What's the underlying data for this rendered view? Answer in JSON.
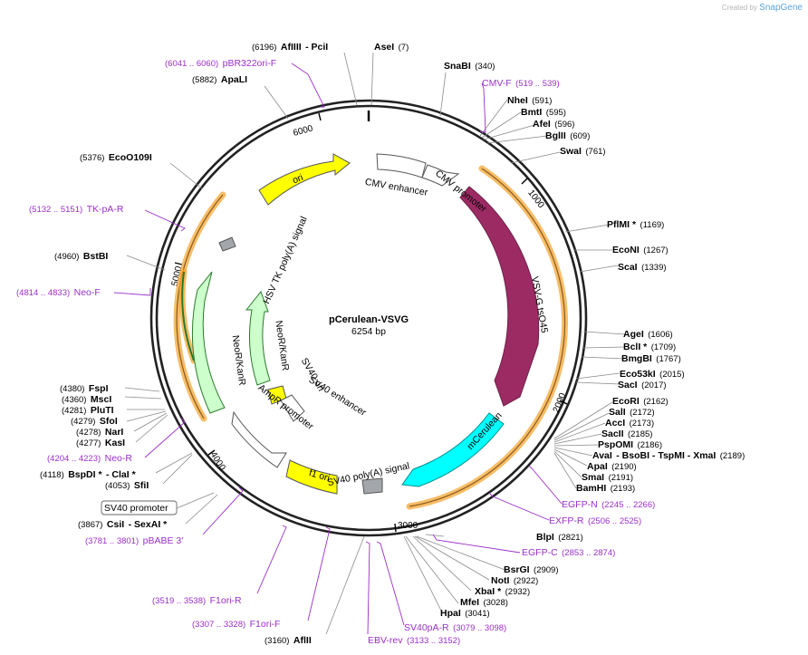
{
  "app": {
    "brand_prefix": "Created by",
    "brand_name": "SnapGene"
  },
  "plasmid": {
    "name": "pCerulean-VSVG",
    "length_label": "6254 bp",
    "length": 6254
  },
  "ticks": [
    "1000",
    "2000",
    "3000",
    "4000",
    "5000",
    "6000"
  ],
  "features": [
    {
      "name": "CMV enhancer",
      "color": "#ffffff"
    },
    {
      "name": "CMV promoter",
      "color": "#ffffff"
    },
    {
      "name": "VSV-G tsO45",
      "color": "#9c2b64"
    },
    {
      "name": "mCerulean",
      "color": "#00ffff"
    },
    {
      "name": "SV40 poly(A) signal",
      "color": "#a3a6ab"
    },
    {
      "name": "f1 ori",
      "color": "#ffff00"
    },
    {
      "name": "AmpR promoter",
      "color": "#ffffff"
    },
    {
      "name": "SV40 ori",
      "color": "#ffff00"
    },
    {
      "name": "SV40 enhancer",
      "color": "#ffffff"
    },
    {
      "name": "NeoR/KanR",
      "color": "#ccffcc"
    },
    {
      "name": "NeoR/KanR",
      "color": "#ccffcc"
    },
    {
      "name": "HSV TK poly(A) signal",
      "color": "#a3a6ab"
    },
    {
      "name": "ori",
      "color": "#ffff00"
    }
  ],
  "sites": [
    {
      "name": "AfIIII",
      "extra": "- PciI",
      "pos": "(6196)",
      "side": "left"
    },
    {
      "name": "AseI",
      "pos": "(7)",
      "side": "right"
    },
    {
      "name": "ApaLI",
      "pos": "(5882)",
      "side": "left"
    },
    {
      "name": "SnaBI",
      "pos": "(340)",
      "side": "right"
    },
    {
      "name": "NheI",
      "pos": "(591)",
      "side": "right"
    },
    {
      "name": "BmtI",
      "pos": "(595)",
      "side": "right"
    },
    {
      "name": "AfeI",
      "pos": "(596)",
      "side": "right"
    },
    {
      "name": "BglII",
      "pos": "(609)",
      "side": "right"
    },
    {
      "name": "SwaI",
      "pos": "(761)",
      "side": "right"
    },
    {
      "name": "EcoO109I",
      "pos": "(5376)",
      "side": "left"
    },
    {
      "name": "PflMI *",
      "pos": "(1169)",
      "side": "right"
    },
    {
      "name": "EcoNI",
      "pos": "(1267)",
      "side": "right"
    },
    {
      "name": "ScaI",
      "pos": "(1339)",
      "side": "right"
    },
    {
      "name": "BstBI",
      "pos": "(4960)",
      "side": "left"
    },
    {
      "name": "AgeI",
      "pos": "(1606)",
      "side": "right"
    },
    {
      "name": "BclI *",
      "pos": "(1709)",
      "side": "right"
    },
    {
      "name": "BmgBI",
      "pos": "(1767)",
      "side": "right"
    },
    {
      "name": "Eco53kI",
      "pos": "(2015)",
      "side": "right"
    },
    {
      "name": "SacI",
      "pos": "(2017)",
      "side": "right"
    },
    {
      "name": "FspI",
      "pos": "(4380)",
      "side": "left"
    },
    {
      "name": "MscI",
      "pos": "(4360)",
      "side": "left"
    },
    {
      "name": "PluTI",
      "pos": "(4281)",
      "side": "left"
    },
    {
      "name": "SfoI",
      "pos": "(4279)",
      "side": "left"
    },
    {
      "name": "NarI",
      "pos": "(4278)",
      "side": "left"
    },
    {
      "name": "KasI",
      "pos": "(4277)",
      "side": "left"
    },
    {
      "name": "EcoRI",
      "pos": "(2162)",
      "side": "right"
    },
    {
      "name": "SalI",
      "pos": "(2172)",
      "side": "right"
    },
    {
      "name": "AccI",
      "pos": "(2173)",
      "side": "right"
    },
    {
      "name": "SacII",
      "pos": "(2185)",
      "side": "right"
    },
    {
      "name": "PspOMI",
      "pos": "(2186)",
      "side": "right"
    },
    {
      "name": "AvaI",
      "extra": "- BsoBI   - TspMI   - XmaI",
      "pos": "(2189)",
      "side": "right"
    },
    {
      "name": "ApaI",
      "pos": "(2190)",
      "side": "right"
    },
    {
      "name": "SmaI",
      "pos": "(2191)",
      "side": "right"
    },
    {
      "name": "BamHI",
      "pos": "(2193)",
      "side": "right"
    },
    {
      "name": "BspDI *",
      "extra": "- ClaI *",
      "pos": "(4118)",
      "side": "left"
    },
    {
      "name": "SfiI",
      "pos": "(4053)",
      "side": "left"
    },
    {
      "name": "CsiI",
      "extra": "- SexAI *",
      "pos": "(3867)",
      "side": "left"
    },
    {
      "name": "BlpI",
      "pos": "(2821)",
      "side": "right"
    },
    {
      "name": "BsrGI",
      "pos": "(2909)",
      "side": "right"
    },
    {
      "name": "NotI",
      "pos": "(2922)",
      "side": "right"
    },
    {
      "name": "XbaI *",
      "pos": "(2932)",
      "side": "right"
    },
    {
      "name": "MfeI",
      "pos": "(3028)",
      "side": "right"
    },
    {
      "name": "HpaI",
      "pos": "(3041)",
      "side": "right"
    },
    {
      "name": "AflII",
      "pos": "(3160)",
      "side": "left"
    }
  ],
  "primers": [
    {
      "name": "pBR322ori-F",
      "range": "(6041 .. 6060)"
    },
    {
      "name": "CMV-F",
      "range": "(519 .. 539)"
    },
    {
      "name": "TK-pA-R",
      "range": "(5132 .. 5151)"
    },
    {
      "name": "Neo-F",
      "range": "(4814 .. 4833)"
    },
    {
      "name": "Neo-R",
      "range": "(4204 .. 4223)"
    },
    {
      "name": "EGFP-N",
      "range": "(2245 .. 2266)"
    },
    {
      "name": "EXFP-R",
      "range": "(2506 .. 2525)"
    },
    {
      "name": "EGFP-C",
      "range": "(2853 .. 2874)"
    },
    {
      "name": "pBABE 3'",
      "range": "(3781 .. 3801)"
    },
    {
      "name": "F1ori-R",
      "range": "(3519 .. 3538)"
    },
    {
      "name": "F1ori-F",
      "range": "(3307 .. 3328)"
    },
    {
      "name": "EBV-rev",
      "range": "(3133 .. 3152)"
    },
    {
      "name": "SV40pA-R",
      "range": "(3079 .. 3098)"
    }
  ],
  "boxed_label": {
    "text": "SV40 promoter"
  },
  "colors": {
    "primer": "#9b2fc9",
    "orf": "#f4a735",
    "orf_line": "#8b5a1a",
    "backbone": "#222222"
  }
}
